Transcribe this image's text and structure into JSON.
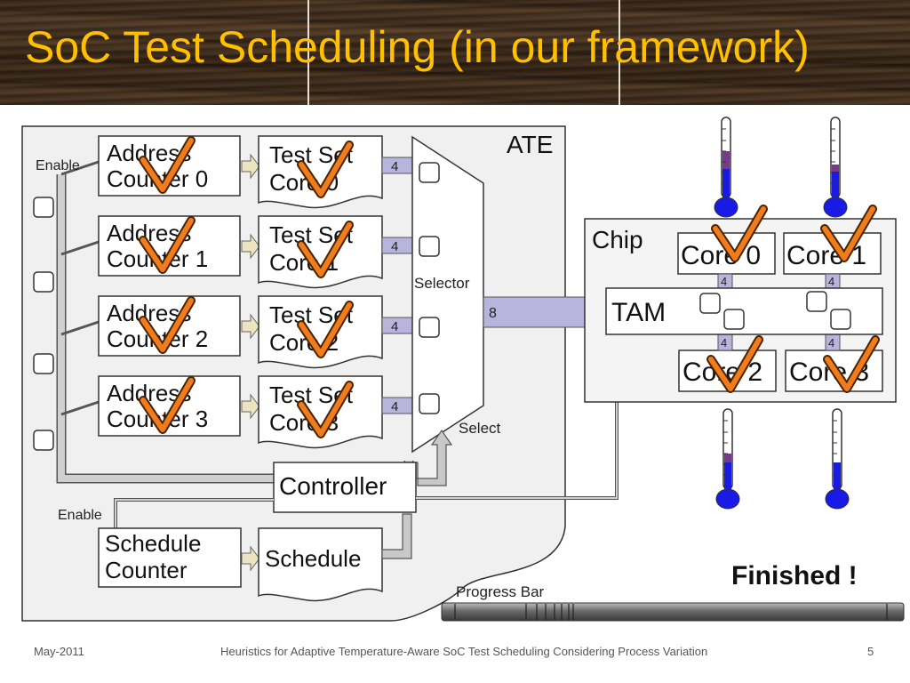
{
  "slide": {
    "title": "SoC Test Scheduling (in our framework)",
    "footer_date": "May-2011",
    "footer_title": "Heuristics for Adaptive Temperature-Aware SoC Test Scheduling Considering Process Variation",
    "footer_page": "5"
  },
  "diagram": {
    "ate_label": "ATE",
    "enable_label": "Enable",
    "address_counters": [
      {
        "line1": "Address",
        "line2": "Counter 0"
      },
      {
        "line1": "Address",
        "line2": "Counter 1"
      },
      {
        "line1": "Address",
        "line2": "Counter 2"
      },
      {
        "line1": "Address",
        "line2": "Counter 3"
      }
    ],
    "test_sets": [
      {
        "line1": "Test Set",
        "line2": "Core 0"
      },
      {
        "line1": "Test Set",
        "line2": "Core 1"
      },
      {
        "line1": "Test Set",
        "line2": "Core 2"
      },
      {
        "line1": "Test Set",
        "line2": "Core 3"
      }
    ],
    "bus_width_test": "4",
    "selector_label": "Selector",
    "select_label": "Select",
    "bus_width_main": "8",
    "controller_label": "Controller",
    "schedule_enable_label": "Enable",
    "schedule_counter": {
      "line1": "Schedule",
      "line2": "Counter"
    },
    "schedule_label": "Schedule",
    "progress_bar_label": "Progress Bar",
    "finished_label": "Finished !",
    "chip_label": "Chip",
    "tam_label": "TAM",
    "chip_cores": [
      "Core 0",
      "Core 1",
      "Core 2",
      "Core 3"
    ],
    "core_bus_width": "4",
    "colors": {
      "title": "#ffc000",
      "checkmark": "#f07c1c",
      "bus": "#b8b4dc",
      "thermometer_fill": "#1a1ae6",
      "thermometer_warm": "#7a3a8c",
      "diagram_bg": "#f0f0f0"
    },
    "icons": [
      "checkmark-icon",
      "thermometer-icon"
    ]
  }
}
